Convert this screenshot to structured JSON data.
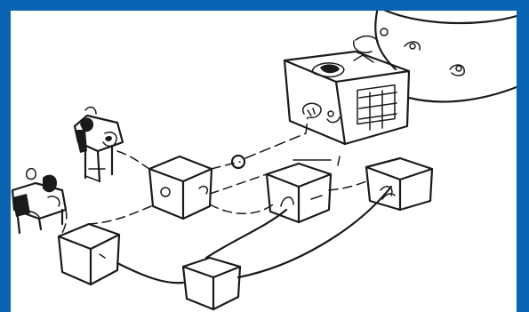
{
  "frame": {
    "border_color": "#0a64b4",
    "background": "#ffffff"
  },
  "sketch": {
    "style": "hand-drawn black ink sketch",
    "elements": [
      {
        "name": "storage-tank",
        "icon": "cylinder-tank"
      },
      {
        "name": "central-server",
        "icon": "server-box-with-grid"
      },
      {
        "name": "user-at-desk-upper",
        "icon": "person-at-workstation"
      },
      {
        "name": "user-at-desk-lower",
        "icon": "person-at-workstation"
      },
      {
        "name": "node-a",
        "icon": "cube"
      },
      {
        "name": "node-b",
        "icon": "cube"
      },
      {
        "name": "node-c",
        "icon": "cube"
      },
      {
        "name": "node-d",
        "icon": "cube"
      },
      {
        "name": "node-e",
        "icon": "cube"
      }
    ]
  }
}
